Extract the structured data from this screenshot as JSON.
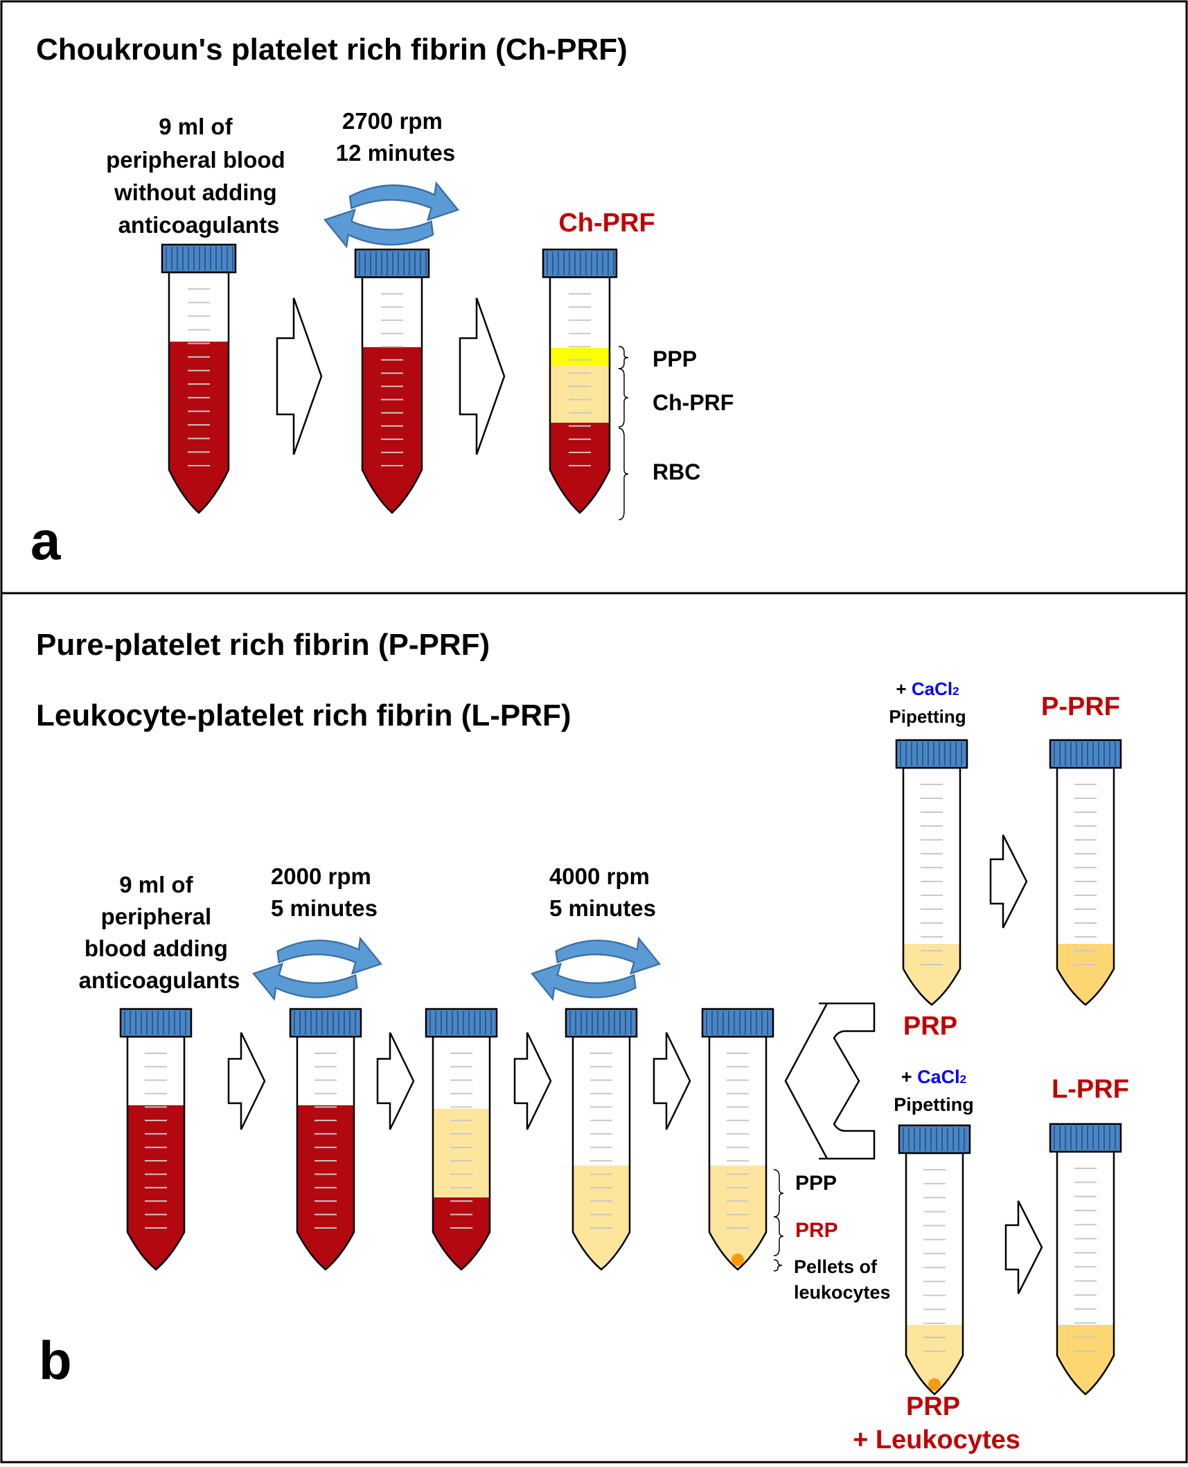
{
  "colors": {
    "blood": "#b30810",
    "plasma": "#fde59c",
    "ppp_yellow": "#ffff00",
    "prf_gel": "#fcd670",
    "cap": "#4a86c6",
    "arrow_blue": "#5b9bd5",
    "label_red": "#c00000",
    "label_blue": "#0000ff",
    "text": "#000000",
    "frame": "#000000",
    "pellet": "#f39c12"
  },
  "panel_a": {
    "letter": "a",
    "title": "Choukroun's platelet rich fibrin (Ch-PRF)",
    "input_label": [
      "9 ml of",
      "peripheral blood",
      "without adding",
      "anticoagulants"
    ],
    "spin": [
      "2700 rpm",
      "12 minutes"
    ],
    "product_label": "Ch-PRF",
    "layers": [
      "PPP",
      "Ch-PRF",
      "RBC"
    ]
  },
  "panel_b": {
    "letter": "b",
    "title1": "Pure-platelet rich fibrin (P-PRF)",
    "title2": "Leukocyte-platelet rich fibrin (L-PRF)",
    "input_label": [
      "9 ml of",
      "peripheral",
      "blood adding",
      "anticoagulants"
    ],
    "spin1": [
      "2000 rpm",
      "5 minutes"
    ],
    "spin2": [
      "4000 rpm",
      "5 minutes"
    ],
    "layers": [
      "PPP",
      "PRP"
    ],
    "pellet_label": [
      "Pellets of",
      "leukocytes"
    ],
    "reagent_plus": "+ ",
    "reagent_name": "CaCl",
    "reagent_sub": "2",
    "reagent_action": "Pipetting",
    "prp_label": "PRP",
    "prp_leuko_label": [
      "PRP",
      "+ Leukocytes"
    ],
    "product_p": "P-PRF",
    "product_l": "L-PRF"
  }
}
